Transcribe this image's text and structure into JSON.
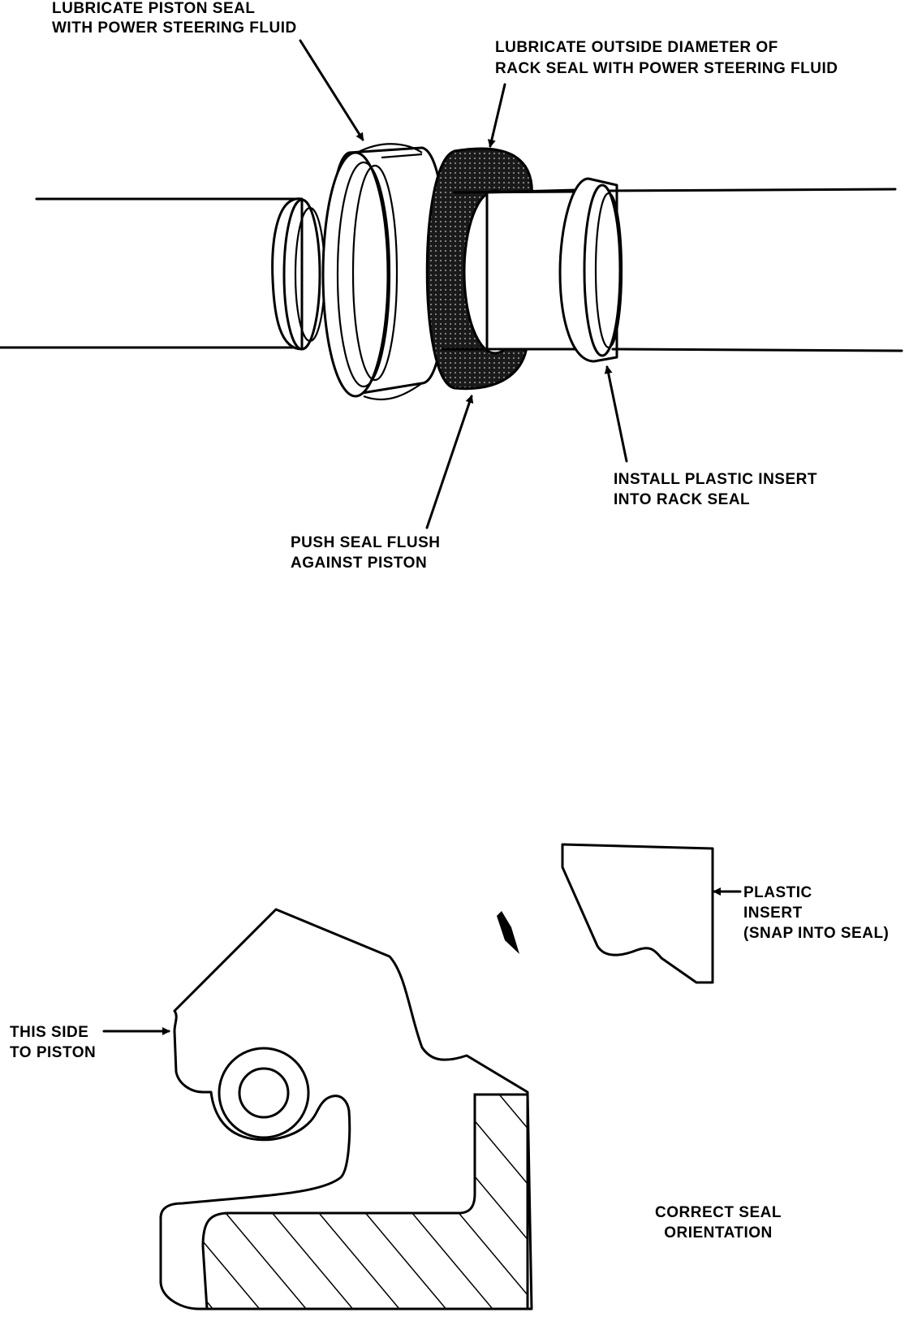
{
  "top_view": {
    "callouts": {
      "lubricate_piston_seal": [
        "LUBRICATE PISTON SEAL",
        "WITH POWER STEERING FLUID"
      ],
      "lubricate_rack_seal": [
        "LUBRICATE OUTSIDE DIAMETER OF",
        "RACK SEAL WITH POWER STEERING FLUID"
      ],
      "install_plastic_insert": [
        "INSTALL PLASTIC INSERT",
        "INTO RACK SEAL"
      ],
      "push_seal_flush": [
        "PUSH SEAL FLUSH",
        "AGAINST PISTON"
      ]
    }
  },
  "section_view": {
    "callouts": {
      "this_side_to_piston": [
        "THIS SIDE",
        "TO PISTON"
      ],
      "plastic_insert": [
        "PLASTIC",
        "INSERT",
        "(SNAP INTO SEAL)"
      ],
      "caption": [
        "CORRECT SEAL",
        "ORIENTATION"
      ]
    }
  },
  "colors": {
    "ink": "#000000",
    "paper": "#ffffff"
  }
}
